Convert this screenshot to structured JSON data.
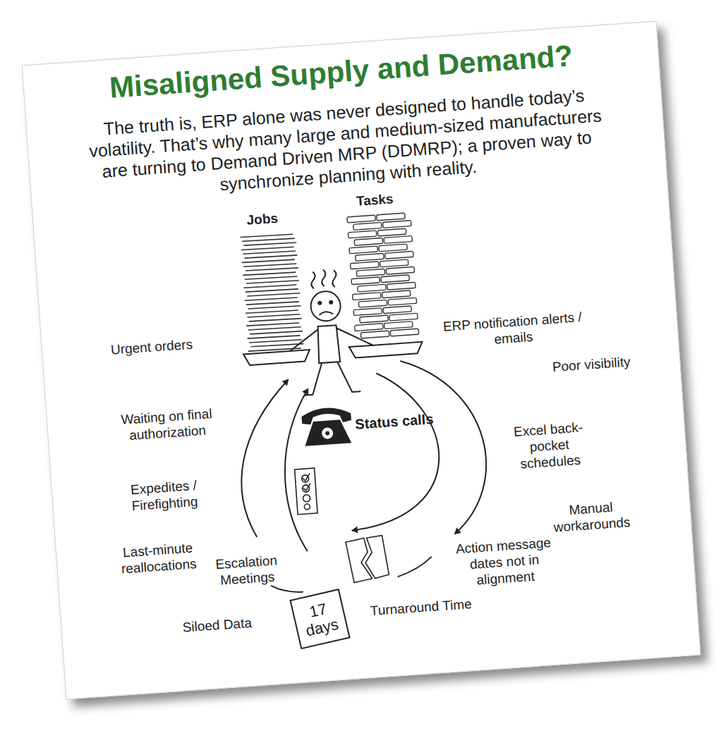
{
  "diagram": {
    "title": "Misaligned Supply and Demand?",
    "nodes": [
      {
        "text": [
          "17 days"
        ]
      }
    ],
    "labels": [
      "The truth is, ERP alone was never designed to handle today’s volatility. That’s why many large and medium-sized manufacturers are turning to Demand Driven MRP (DDMRP); a proven way to synchronize planning with reality.",
      "Jobs",
      "Tasks",
      "Urgent orders",
      "ERP notification alerts / emails",
      "Poor visibility",
      "Waiting on final authorization",
      "Status calls",
      "Excel back-pocket schedules",
      "Expedites / Firefighting",
      "Manual workarounds",
      "Last-minute reallocations",
      "Escalation Meetings",
      "Action message dates not in alignment",
      "Siloed Data",
      "Turnaround Time"
    ]
  }
}
